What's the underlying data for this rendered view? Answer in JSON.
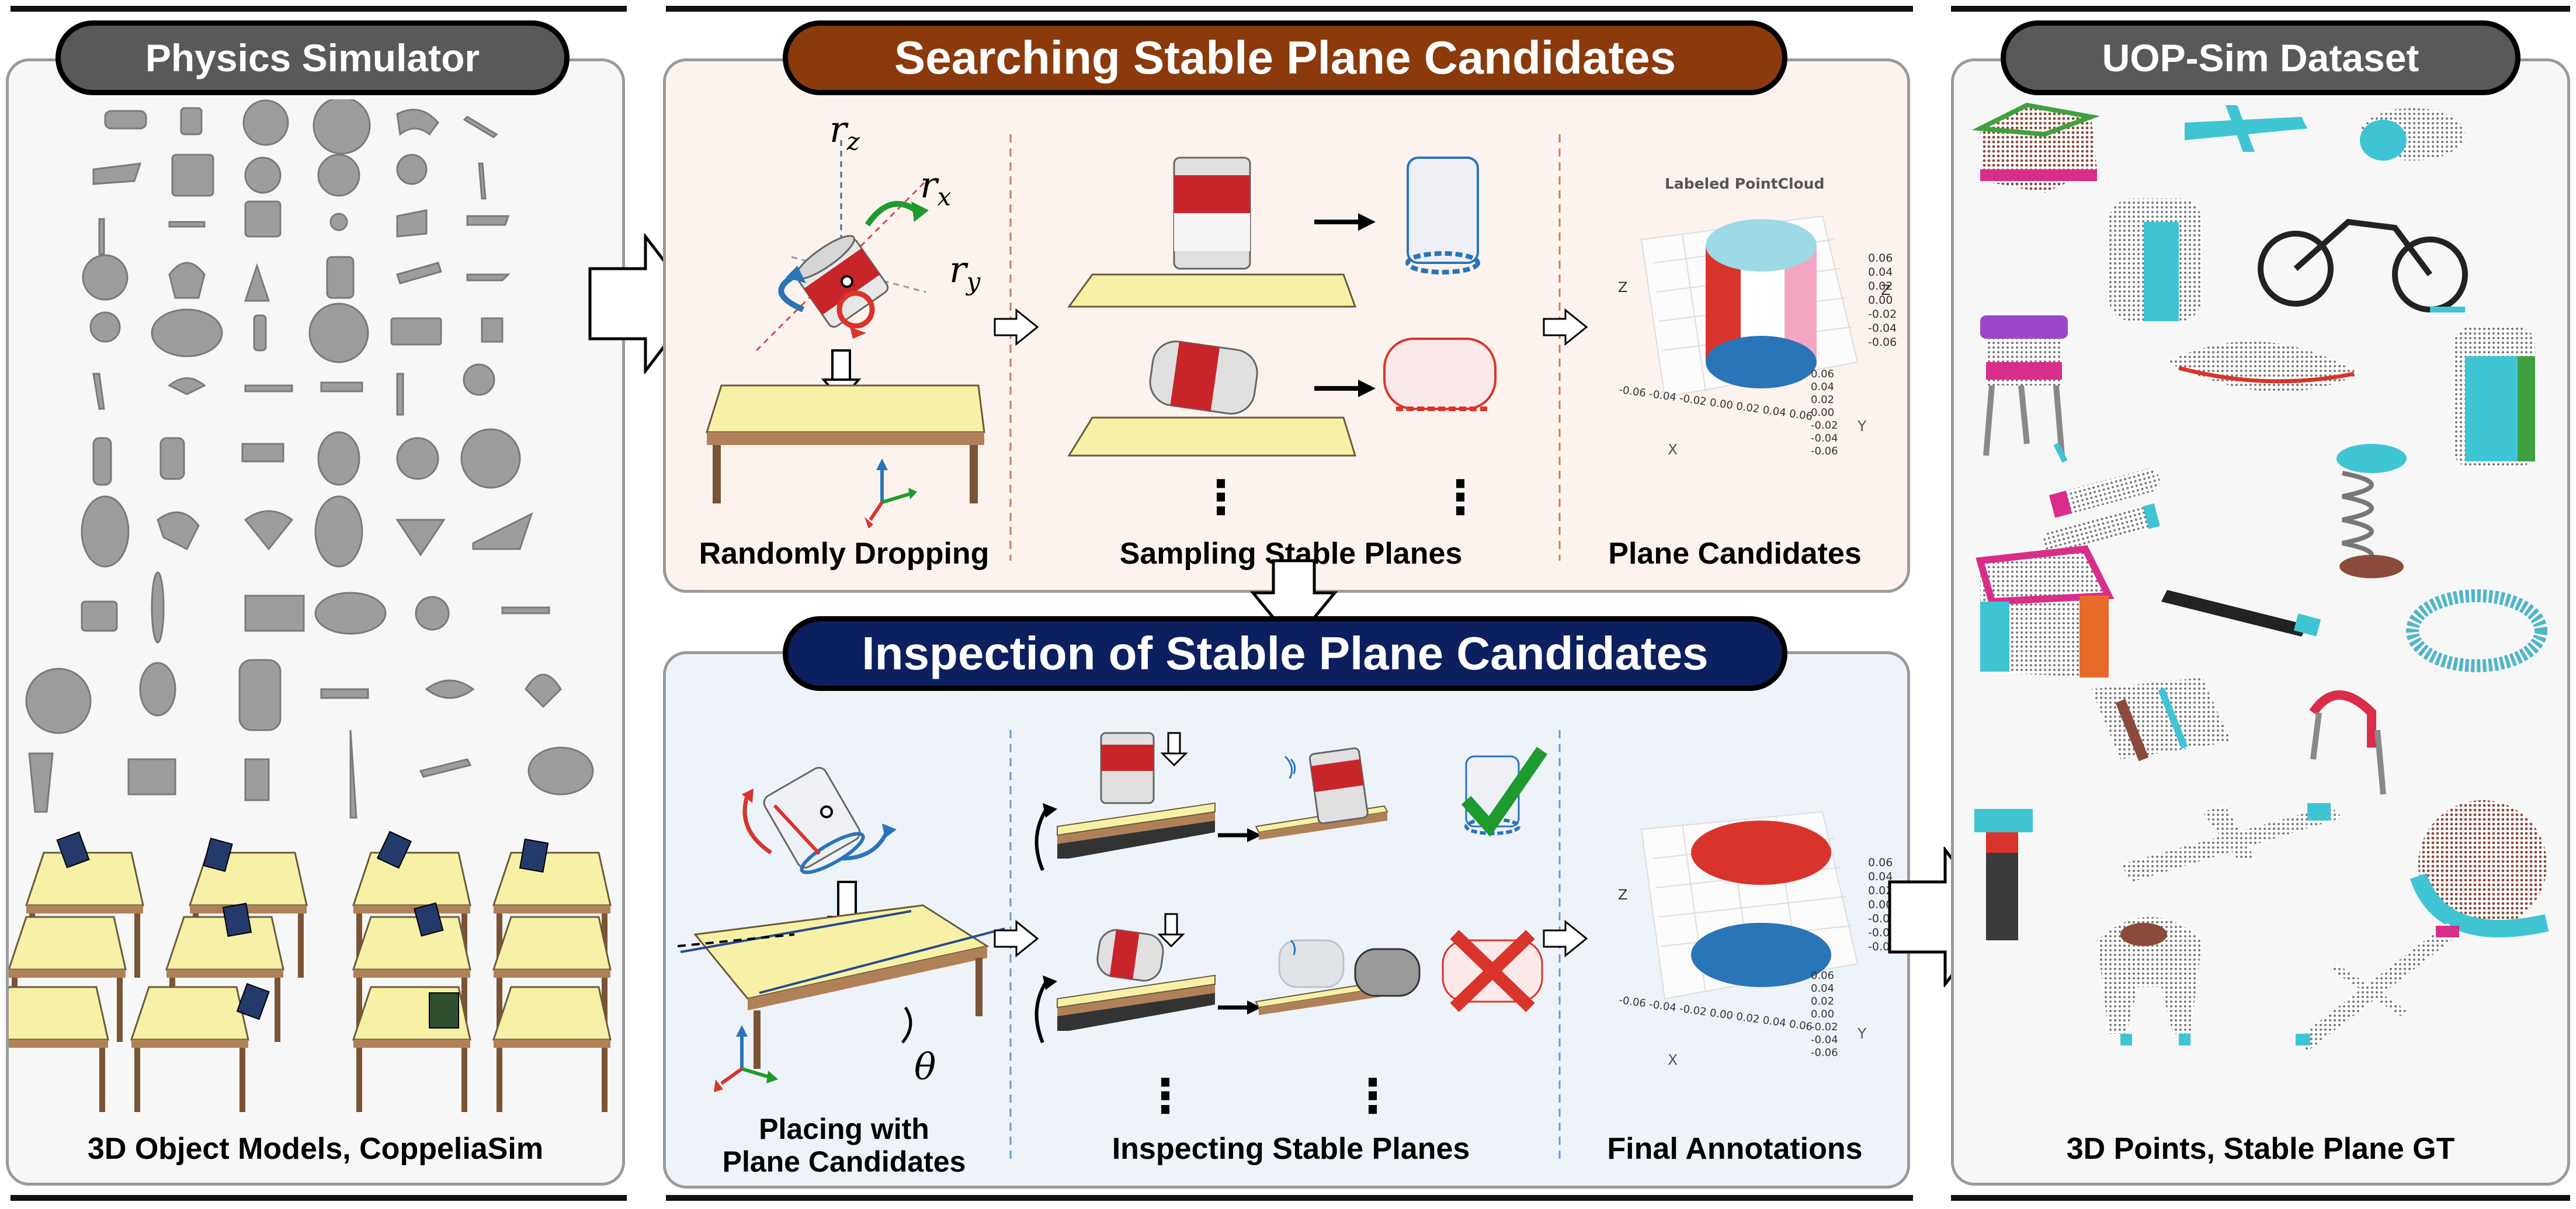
{
  "sections": {
    "left": {
      "title": "Physics Simulator",
      "caption": "3D Object Models, CoppeliaSim"
    },
    "search": {
      "title": "Searching Stable Plane Candidates",
      "step1": "Randomly Dropping",
      "step2": "Sampling Stable Planes",
      "step3": "Plane Candidates",
      "plot_title": "Labeled PointCloud"
    },
    "inspect": {
      "title": "Inspection of Stable Plane Candidates",
      "step1_line1": "Placing with",
      "step1_line2": "Plane Candidates",
      "step2": "Inspecting Stable Planes",
      "step3": "Final Annotations"
    },
    "right": {
      "title": "UOP-Sim Dataset",
      "caption": "3D Points, Stable Plane GT"
    }
  },
  "symbols": {
    "rz": "r",
    "rz_sub": "z",
    "rx": "r",
    "rx_sub": "x",
    "ry": "r",
    "ry_sub": "y",
    "theta": "θ",
    "ellipsis": "⋮"
  },
  "plot_axes": {
    "x_label": "X",
    "y_label": "Y",
    "z_label": "Z",
    "x_ticks": [
      "-0.06",
      "-0.04",
      "-0.02",
      "0.00",
      "0.02",
      "0.04",
      "0.06"
    ],
    "y_ticks": [
      "0.06",
      "0.04",
      "0.02",
      "0.00",
      "-0.02",
      "-0.04",
      "-0.06"
    ],
    "z_ticks": [
      "0.06",
      "0.04",
      "0.02",
      "0.00",
      "-0.02",
      "-0.04",
      "-0.06"
    ]
  },
  "colors": {
    "search_title_bg": "#8b3a0c",
    "inspect_title_bg": "#0c1f5e",
    "side_title_bg": "#595959",
    "search_panel_bg": "#fdf3ee",
    "inspect_panel_bg": "#eef3fa",
    "side_panel_bg": "#f7f7f7",
    "table_top": "#f6f1a6",
    "table_wood": "#b08158",
    "cyan": "#3fc4d4",
    "red": "#d9342b",
    "blue": "#2a74b8",
    "pink": "#f4a7c2",
    "check": "#1e9a2e"
  }
}
